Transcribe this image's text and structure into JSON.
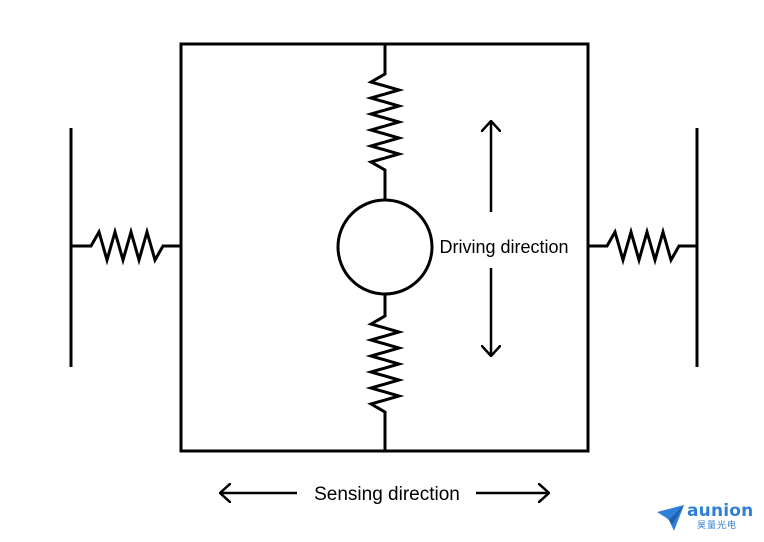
{
  "labels": {
    "driving": "Driving direction",
    "sensing": "Sensing direction"
  },
  "logo": {
    "name": "aunion",
    "subtitle": "昊量光电",
    "color": "#2f7fd6"
  },
  "colors": {
    "stroke": "#000000",
    "background": "#ffffff"
  }
}
